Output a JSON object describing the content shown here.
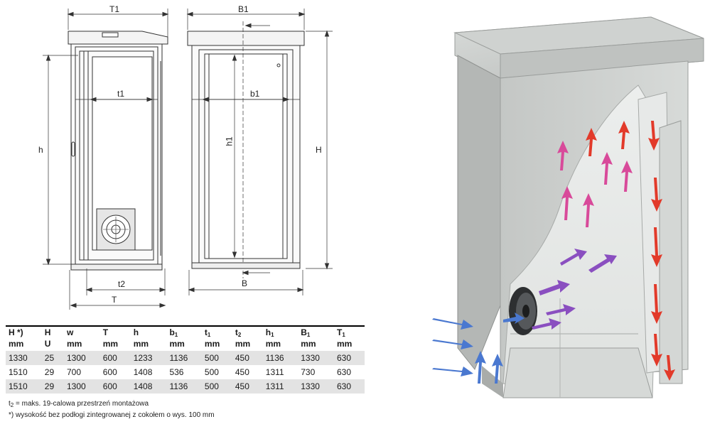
{
  "drawing": {
    "labels": {
      "T1": "T1",
      "t1": "t1",
      "h": "h",
      "t2": "t2",
      "T": "T",
      "B1": "B1",
      "b1": "b1",
      "h1": "h1",
      "H": "H",
      "B": "B"
    }
  },
  "table": {
    "headers": [
      {
        "main": "H",
        "sub": "",
        "suffix": " *)"
      },
      {
        "main": "H",
        "sub": "",
        "suffix": ""
      },
      {
        "main": "w",
        "sub": "",
        "suffix": ""
      },
      {
        "main": "T",
        "sub": "",
        "suffix": ""
      },
      {
        "main": "h",
        "sub": "",
        "suffix": ""
      },
      {
        "main": "b",
        "sub": "1",
        "suffix": ""
      },
      {
        "main": "t",
        "sub": "1",
        "suffix": ""
      },
      {
        "main": "t",
        "sub": "2",
        "suffix": ""
      },
      {
        "main": "h",
        "sub": "1",
        "suffix": ""
      },
      {
        "main": "B",
        "sub": "1",
        "suffix": ""
      },
      {
        "main": "T",
        "sub": "1",
        "suffix": ""
      }
    ],
    "units": [
      "mm",
      "U",
      "mm",
      "mm",
      "mm",
      "mm",
      "mm",
      "mm",
      "mm",
      "mm",
      "mm"
    ],
    "rows": [
      [
        "1330",
        "25",
        "1300",
        "600",
        "1233",
        "1136",
        "500",
        "450",
        "1136",
        "1330",
        "630"
      ],
      [
        "1510",
        "29",
        "700",
        "600",
        "1408",
        "536",
        "500",
        "450",
        "1311",
        "730",
        "630"
      ],
      [
        "1510",
        "29",
        "1300",
        "600",
        "1408",
        "1136",
        "500",
        "450",
        "1311",
        "1330",
        "630"
      ]
    ]
  },
  "notes": {
    "t2_symbol": "t",
    "t2_sub": "2",
    "t2_text": " = maks. 19-calowa przestrzeń montażowa",
    "footnote": "*) wysokość bez podłogi zintegrowanej z cokołem o wys. 100 mm"
  },
  "colors": {
    "enclosure": "#c9ccc9",
    "inflow_arrows": "#4a78d0",
    "mid_arrows": "#8a4fc0",
    "warm_arrows": "#d84a9a",
    "hot_arrows": "#e23a2a"
  }
}
